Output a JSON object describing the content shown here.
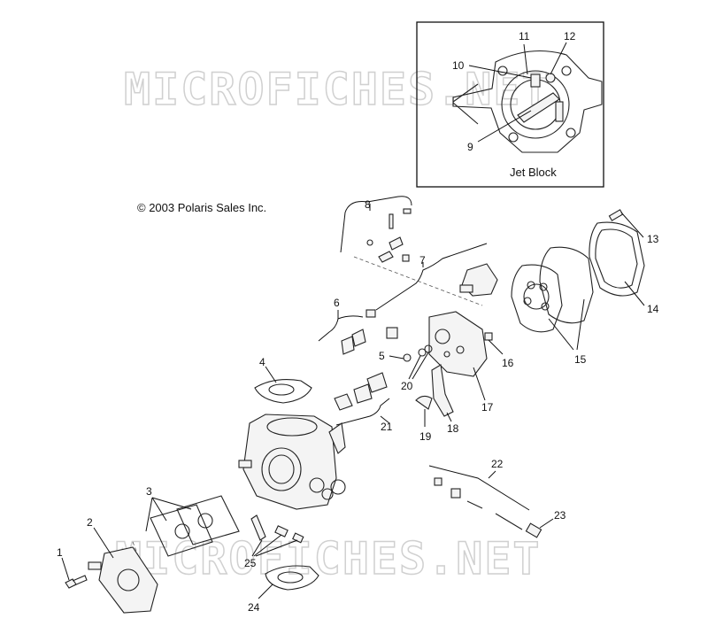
{
  "watermark": "MICROFICHES.NET",
  "copyright": "© 2003 Polaris Sales Inc.",
  "inset": {
    "caption": "Jet Block",
    "callouts": [
      "9",
      "10",
      "11",
      "12"
    ]
  },
  "callouts": [
    "1",
    "2",
    "3",
    "4",
    "5",
    "6",
    "7",
    "8",
    "13",
    "14",
    "15",
    "16",
    "17",
    "18",
    "19",
    "20",
    "21",
    "22",
    "23",
    "24",
    "25"
  ]
}
